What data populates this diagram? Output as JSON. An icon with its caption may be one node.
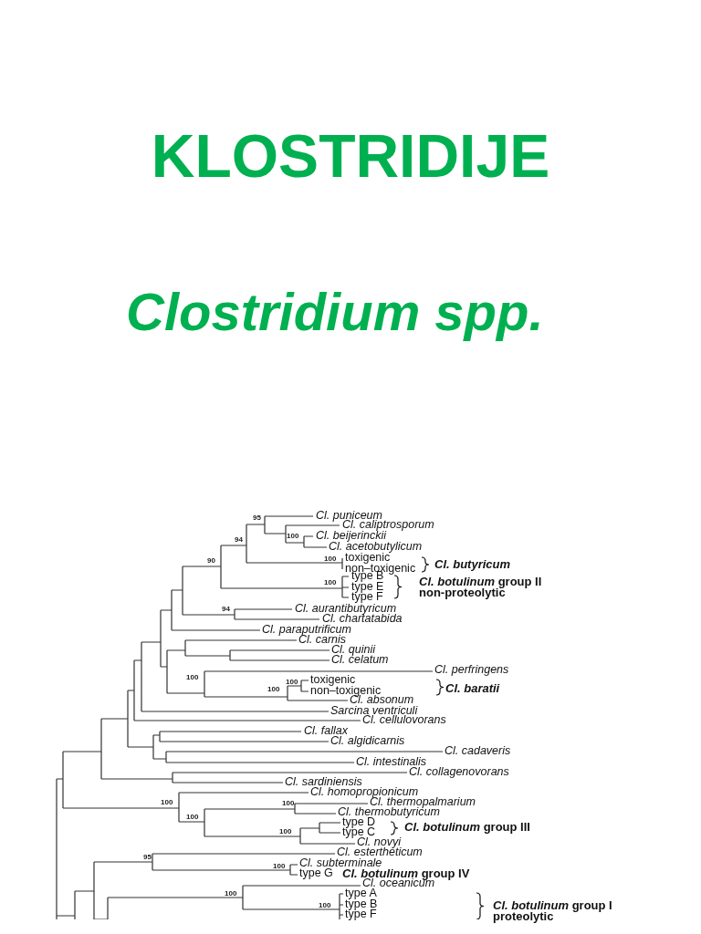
{
  "diagram": {
    "title": "KLOSTRIDIJE",
    "labels": [
      "Clostridium spp.",
      "95",
      "Cl. puniceum",
      "Cl. caliptrosporum",
      "100",
      "Cl. beijerinckii",
      "Cl. acetobutylicum",
      "94",
      "100",
      "toxigenic",
      "non–toxigenic",
      "Cl. butyricum",
      "90",
      "100",
      "type B",
      "type E",
      "type F",
      "*Cl. botulinum* group II",
      "non-proteolytic",
      "94",
      "Cl. aurantibutyricum",
      "Cl. chartatabida",
      "Cl. paraputrificum",
      "Cl. carnis",
      "Cl. quinii",
      "Cl. celatum",
      "100",
      "Cl. perfringens",
      "100",
      "toxigenic",
      "100",
      "non–toxigenic",
      "Cl. baratii",
      "Cl. absonum",
      "Sarcina ventriculi",
      "Cl. cellulovorans",
      "Cl. fallax",
      "Cl. algidicarnis",
      "Cl. cadaveris",
      "Cl. intestinalis",
      "Cl. collagenovorans",
      "Cl. sardiniensis",
      "Cl. homopropionicum",
      "100",
      "100",
      "Cl. thermopalmarium",
      "100",
      "Cl. thermobutyricum",
      "type D",
      "*Cl. botulinum* group III",
      "100",
      "type C",
      "Cl. novyi",
      "Cl. estertheticum",
      "95",
      "100",
      "Cl. subterminale",
      "type G",
      "*Cl. botulinum* group IV",
      "Cl. oceanicum",
      "100",
      "type A",
      "100",
      "type B",
      "type F",
      "*Cl. botulinum* group I",
      "proteolytic"
    ]
  }
}
